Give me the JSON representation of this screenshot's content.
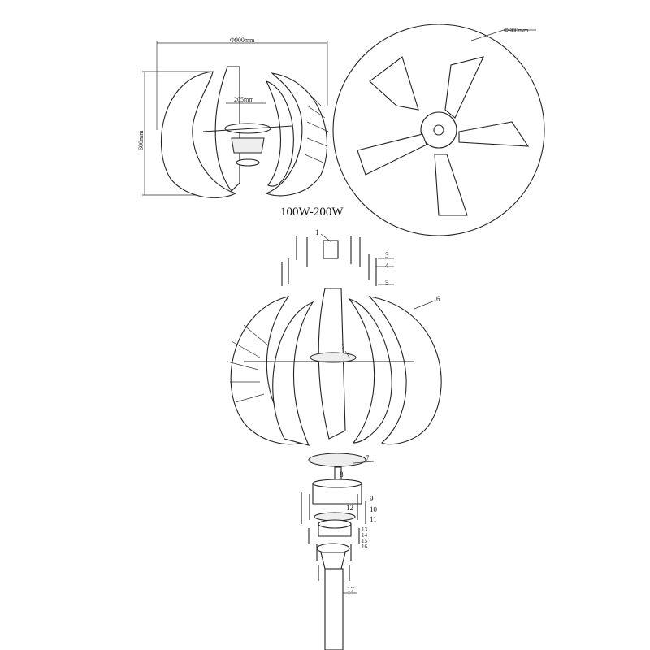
{
  "side_view": {
    "width_dim": "Φ900mm",
    "height_dim": "600mm",
    "hub_dim": "205mm",
    "power_rating": "100W-200W"
  },
  "top_view": {
    "diameter_dim": "Φ900mm"
  },
  "exploded_view": {
    "part_labels": [
      "1",
      "2",
      "3",
      "4",
      "5",
      "6",
      "7",
      "8",
      "9",
      "10",
      "11",
      "12",
      "13",
      "14",
      "15",
      "16",
      "17"
    ]
  }
}
